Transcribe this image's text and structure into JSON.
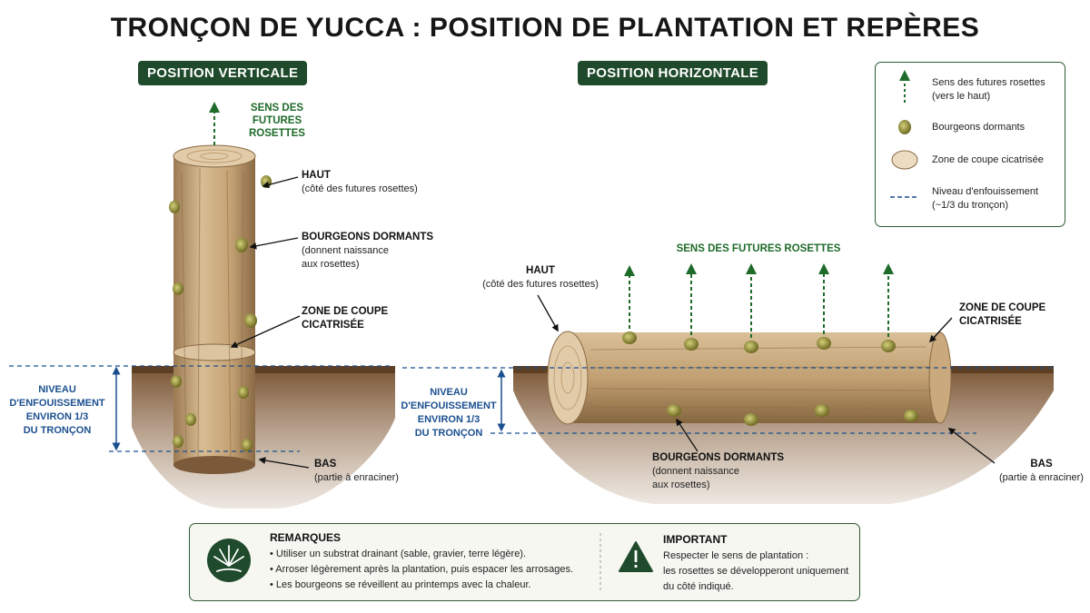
{
  "title": "TRONÇON DE YUCCA : POSITION DE PLANTATION ET REPÈRES",
  "vertical": {
    "heading": "POSITION VERTICALE",
    "arrow_label": [
      "SENS DES",
      "FUTURES",
      "ROSETTES"
    ],
    "haut_title": "HAUT",
    "haut_sub": "(côté des futures rosettes)",
    "bourgeons_title": "BOURGEONS DORMANTS",
    "bourgeons_sub": [
      "(donnent naissance",
      "aux rosettes)"
    ],
    "zone_title": [
      "ZONE DE COUPE",
      "CICATRISÉE"
    ],
    "niveau": [
      "NIVEAU",
      "D'ENFOUISSEMENT",
      "ENVIRON 1/3",
      "DU TRONÇON"
    ],
    "bas_title": "BAS",
    "bas_sub": "(partie à enraciner)"
  },
  "horizontal": {
    "heading": "POSITION HORIZONTALE",
    "arrow_label": "SENS DES FUTURES ROSETTES",
    "haut_title": "HAUT",
    "haut_sub": "(côté des futures rosettes)",
    "zone_title": [
      "ZONE DE COUPE",
      "CICATRISÉE"
    ],
    "niveau": [
      "NIVEAU",
      "D'ENFOUISSEMENT",
      "ENVIRON 1/3",
      "DU TRONÇON"
    ],
    "bourgeons_title": "BOURGEONS DORMANTS",
    "bourgeons_sub": [
      "(donnent naissance",
      "aux rosettes)"
    ],
    "bas_title": "BAS",
    "bas_sub": "(partie à enraciner)"
  },
  "legend": {
    "items": [
      {
        "icon": "green-arrow-icon",
        "label": [
          "Sens des futures rosettes",
          "(vers le haut)"
        ]
      },
      {
        "icon": "bud-icon",
        "label": [
          "Bourgeons dormants"
        ]
      },
      {
        "icon": "cut-zone-icon",
        "label": [
          "Zone de coupe cicatrisée"
        ]
      },
      {
        "icon": "dashed-line-icon",
        "label": [
          "Niveau d'enfouissement",
          "(~1/3 du tronçon)"
        ]
      }
    ]
  },
  "remarks": {
    "title": "REMARQUES",
    "items": [
      "• Utiliser un substrat drainant (sable, gravier, terre légère).",
      "• Arroser légèrement après la plantation, puis espacer les arrosages.",
      "• Les bourgeons se réveillent au printemps avec la chaleur."
    ]
  },
  "important": {
    "title": "IMPORTANT",
    "lines": [
      "Respecter le sens de plantation :",
      "les rosettes se développeront uniquement",
      "du côté indiqué."
    ]
  },
  "colors": {
    "dark_green": "#1f4a2b",
    "arrow_green": "#1f6b2a",
    "level_blue": "#1b4f8f",
    "soil": "#6b4a2e",
    "wood": "#c7a57a",
    "bud": "#9a9a3a"
  }
}
